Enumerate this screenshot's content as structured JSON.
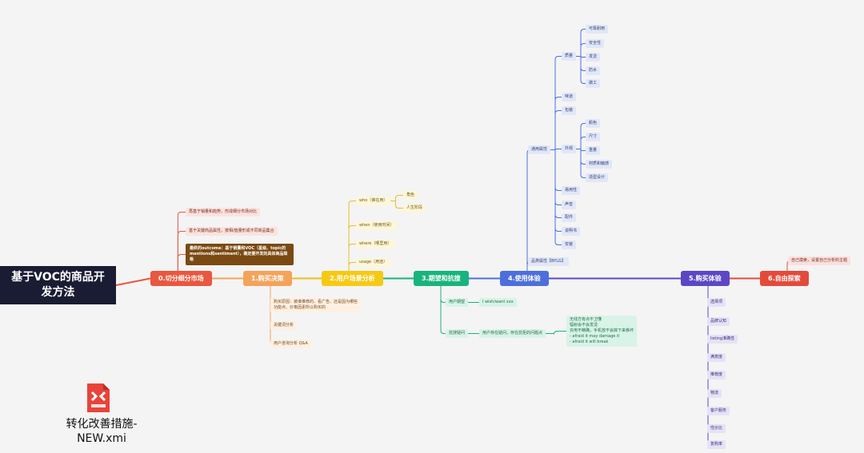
{
  "colors": {
    "root": "#1a1c33",
    "b0": "#e9573f",
    "b1": "#f5a35a",
    "b2": "#f6c915",
    "b3": "#18b47d",
    "b4": "#4c6fdc",
    "b5": "#5b47c6",
    "b6": "#e44a3a"
  },
  "nodes": [
    {
      "id": "root",
      "text": "基于VOC的商品开发方法",
      "kind": "root"
    },
    {
      "id": "b0",
      "text": "0.切分细分市场",
      "kind": "main",
      "color": "b0"
    },
    {
      "id": "b1",
      "text": "1.购买决策",
      "kind": "main",
      "color": "b1"
    },
    {
      "id": "b2",
      "text": "2.用户场景分析",
      "kind": "main",
      "color": "b2"
    },
    {
      "id": "b3",
      "text": "3.期望和抗搜",
      "kind": "main",
      "color": "b3"
    },
    {
      "id": "b4",
      "text": "4.使用体验",
      "kind": "main",
      "color": "b4"
    },
    {
      "id": "b5",
      "text": "5.购买体验",
      "kind": "main",
      "color": "b5"
    },
    {
      "id": "b6",
      "text": "6.自由探索",
      "kind": "main",
      "color": "b6"
    },
    {
      "id": "b0a",
      "text": "再基于销量和趋势，形成细分市场对比",
      "kind": "sub",
      "color": "b0"
    },
    {
      "id": "b0b",
      "text": "基于关键商品属性，按相/值量形成不同商品集合",
      "kind": "sub",
      "color": "b0"
    },
    {
      "id": "b0c",
      "text": "最终的outcome：基于销量和VOC（星级、topic的mentions和sentiment），确定要开发的具体商品规格",
      "kind": "brown"
    },
    {
      "id": "b1a",
      "text": "购买原因：被谁推荐的、看广告、还是因为哪些\n功能点、价格因素所以购买的",
      "kind": "sub",
      "color": "b1",
      "multi": true
    },
    {
      "id": "b1b",
      "text": "关键词分析",
      "kind": "sub",
      "color": "b1"
    },
    {
      "id": "b1c",
      "text": "用户咨询分析 Q&A",
      "kind": "sub",
      "color": "b1"
    },
    {
      "id": "b2a",
      "text": "who（谁在用）",
      "kind": "sub",
      "color": "b2"
    },
    {
      "id": "b2a1",
      "text": "角色",
      "kind": "sub",
      "color": "b2"
    },
    {
      "id": "b2a2",
      "text": "人生阶段",
      "kind": "sub",
      "color": "b2"
    },
    {
      "id": "b2b",
      "text": "when（使用时间）",
      "kind": "sub",
      "color": "b2"
    },
    {
      "id": "b2c",
      "text": "where（哪里用）",
      "kind": "sub",
      "color": "b2"
    },
    {
      "id": "b2d",
      "text": "usage（用途）",
      "kind": "sub",
      "color": "b2"
    },
    {
      "id": "b3a",
      "text": "用户期望",
      "kind": "sub",
      "color": "b3"
    },
    {
      "id": "b3a1",
      "text": "I wish/want xxx",
      "kind": "sub",
      "color": "b3"
    },
    {
      "id": "b3b",
      "text": "抗搜疑问",
      "kind": "sub",
      "color": "b3"
    },
    {
      "id": "b3b1",
      "text": "用户存在疑问，存在抗拒的问题点",
      "kind": "sub",
      "color": "b3"
    },
    {
      "id": "b3b2",
      "text": "无线方有点不卫懂\n辐射会不会发烫\n充电不精确，手机放不会摔下来移坏\n- afraid it may damage it\n- afraid it will break",
      "kind": "sub",
      "color": "b3",
      "multi": true
    },
    {
      "id": "b4a",
      "text": "通用属性",
      "kind": "sub",
      "color": "b4"
    },
    {
      "id": "b4b",
      "text": "品类属性【BYLG】",
      "kind": "sub",
      "color": "b4"
    },
    {
      "id": "q",
      "text": "质量",
      "kind": "sub",
      "color": "b4"
    },
    {
      "id": "q1",
      "text": "可靠耐用",
      "kind": "sub",
      "color": "b4"
    },
    {
      "id": "q2",
      "text": "安全性",
      "kind": "sub",
      "color": "b4"
    },
    {
      "id": "q3",
      "text": "发烫",
      "kind": "sub",
      "color": "b4"
    },
    {
      "id": "q4",
      "text": "防水",
      "kind": "sub",
      "color": "b4"
    },
    {
      "id": "q5",
      "text": "做工",
      "kind": "sub",
      "color": "b4"
    },
    {
      "id": "c1",
      "text": "味道",
      "kind": "sub",
      "color": "b4"
    },
    {
      "id": "c2",
      "text": "包装",
      "kind": "sub",
      "color": "b4"
    },
    {
      "id": "ap",
      "text": "外观",
      "kind": "sub",
      "color": "b4"
    },
    {
      "id": "ap1",
      "text": "颜色",
      "kind": "sub",
      "color": "b4"
    },
    {
      "id": "ap2",
      "text": "尺寸",
      "kind": "sub",
      "color": "b4"
    },
    {
      "id": "ap3",
      "text": "重量",
      "kind": "sub",
      "color": "b4"
    },
    {
      "id": "ap4",
      "text": "材质和触感",
      "kind": "sub",
      "color": "b4"
    },
    {
      "id": "ap5",
      "text": "造型设计",
      "kind": "sub",
      "color": "b4"
    },
    {
      "id": "c3",
      "text": "易用性",
      "kind": "sub",
      "color": "b4"
    },
    {
      "id": "c4",
      "text": "声音",
      "kind": "sub",
      "color": "b4"
    },
    {
      "id": "c5",
      "text": "配件",
      "kind": "sub",
      "color": "b4"
    },
    {
      "id": "c6",
      "text": "说明书",
      "kind": "sub",
      "color": "b4"
    },
    {
      "id": "c7",
      "text": "安装",
      "kind": "sub",
      "color": "b4"
    },
    {
      "id": "b5a",
      "text": "选择项",
      "kind": "sub",
      "color": "b5"
    },
    {
      "id": "b5b",
      "text": "品牌认知",
      "kind": "sub",
      "color": "b5"
    },
    {
      "id": "b5c",
      "text": "listing准确性",
      "kind": "sub",
      "color": "b5"
    },
    {
      "id": "b5d",
      "text": "满意度",
      "kind": "sub",
      "color": "b5"
    },
    {
      "id": "b5e",
      "text": "推荐度",
      "kind": "sub",
      "color": "b5"
    },
    {
      "id": "b5f",
      "text": "物流",
      "kind": "sub",
      "color": "b5"
    },
    {
      "id": "b5g",
      "text": "客户服务",
      "kind": "sub",
      "color": "b5"
    },
    {
      "id": "b5h",
      "text": "性价比",
      "kind": "sub",
      "color": "b5"
    },
    {
      "id": "b5i",
      "text": "复购率",
      "kind": "sub",
      "color": "b5"
    },
    {
      "id": "b6a",
      "text": "自己摸索，设置自己分析的主题",
      "kind": "sub",
      "color": "b6"
    }
  ],
  "file": {
    "name": "转化改善措施-NEW.xmi",
    "icon": "xmind-file-icon"
  }
}
